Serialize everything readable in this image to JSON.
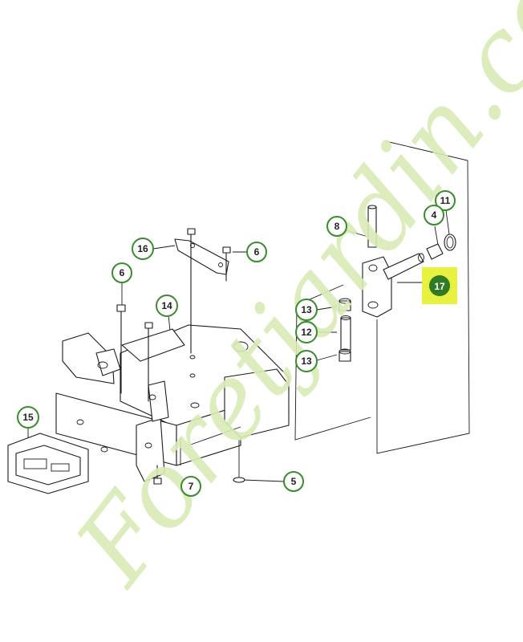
{
  "callouts": [
    {
      "id": "c8",
      "label": "8"
    },
    {
      "id": "c11",
      "label": "11"
    },
    {
      "id": "c4",
      "label": "4"
    },
    {
      "id": "c16",
      "label": "16"
    },
    {
      "id": "c6a",
      "label": "6"
    },
    {
      "id": "c6b",
      "label": "6"
    },
    {
      "id": "c14",
      "label": "14"
    },
    {
      "id": "c13a",
      "label": "13"
    },
    {
      "id": "c12",
      "label": "12"
    },
    {
      "id": "c13b",
      "label": "13"
    },
    {
      "id": "c17",
      "label": "17"
    },
    {
      "id": "c15",
      "label": "15"
    },
    {
      "id": "c7",
      "label": "7"
    },
    {
      "id": "c5",
      "label": "5"
    }
  ],
  "highlight": {
    "label": "17",
    "box_color": "#e8f040",
    "circle_color": "#2f7a22"
  },
  "watermark": {
    "text": "Foretjardin.com",
    "color": "#d9ebb5"
  },
  "colors": {
    "callout_ring": "#3a8a2e",
    "line": "#1a1a1a"
  }
}
